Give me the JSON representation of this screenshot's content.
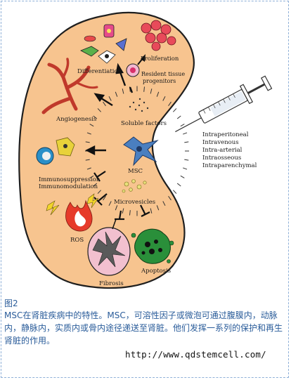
{
  "labels": {
    "differentiation": "Differentiation",
    "proliferation": "Proliferation",
    "resident_line1": "Resident tissue",
    "resident_line2": "progenitors",
    "angiogenesis": "Angiogenesis",
    "soluble_factors": "Soluble factors",
    "msc": "MSC",
    "immuno_line1": "Immunosuppression",
    "immuno_line2": "Immunomodulation",
    "microvesicles": "Microvesicles",
    "ros": "ROS",
    "fibrosis": "Fibrosis",
    "apoptosis": "Apoptosis"
  },
  "routes": [
    "Intraperitoneal",
    "Intravenous",
    "Intra-arterial",
    "Intraosseous",
    "Intraparenchymal"
  ],
  "caption": {
    "title": "图2",
    "text": "MSC在肾脏疾病中的特性。MSC，可溶性因子或微泡可通过腹膜内，动脉内，静脉内，实质内或骨内途径递送至肾脏。他们发挥一系列的保护和再生肾脏的作用。"
  },
  "watermark": "http://www.qdstemcell.com/",
  "colors": {
    "kidney_fill": "#f7c48f",
    "kidney_stroke": "#1f1f1f",
    "caption_text": "#2a5c9a",
    "border": "#8fb0d8"
  },
  "icons": [
    "syringe-icon",
    "msc-cell-icon",
    "vessel-icon",
    "lymphocyte-icon",
    "flame-icon",
    "lightning-icon",
    "fibrosis-bubble-icon",
    "apoptotic-cell-icon",
    "progenitor-cell-icon",
    "proliferating-cells-icon"
  ]
}
